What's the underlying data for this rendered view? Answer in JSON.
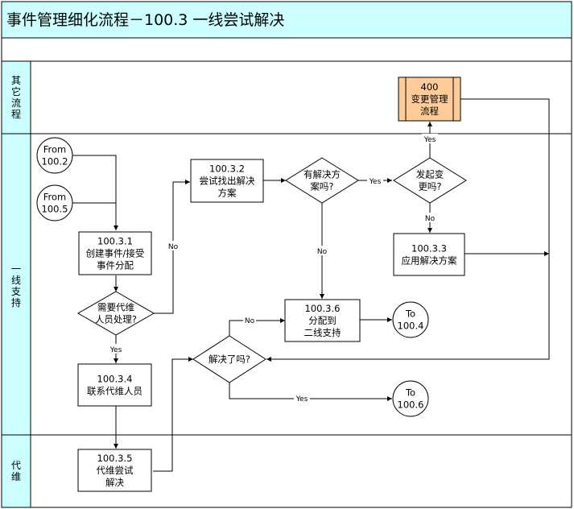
{
  "diagram": {
    "title": "事件管理细化流程－100.3 一线尝试解决",
    "colors": {
      "header_bg": "#CCFFFF",
      "lane_label_bg": "#CCFFFF",
      "external_process_fill": "#FFCC99",
      "line": "#000000"
    },
    "lanes": [
      {
        "id": "other",
        "label": "其它流程"
      },
      {
        "id": "first-line",
        "label": "一线支持"
      },
      {
        "id": "vendor",
        "label": "代维"
      }
    ],
    "nodes": {
      "from_100_2": {
        "type": "connector",
        "lines": [
          "From",
          "100.2"
        ]
      },
      "from_100_5": {
        "type": "connector",
        "lines": [
          "From",
          "100.5"
        ]
      },
      "n100_3_1": {
        "type": "process",
        "lines": [
          "100.3.1",
          "创建事件/接受",
          "事件分配"
        ]
      },
      "d_need_vendor": {
        "type": "decision",
        "lines": [
          "需要代维",
          "人员处理?"
        ]
      },
      "n100_3_2": {
        "type": "process",
        "lines": [
          "100.3.2",
          "尝试找出解决",
          "方案"
        ]
      },
      "d_has_solution": {
        "type": "decision",
        "lines": [
          "有解决方",
          "案吗?"
        ]
      },
      "d_change": {
        "type": "decision",
        "lines": [
          "发起变",
          "更吗?"
        ]
      },
      "n400": {
        "type": "external-process",
        "lines": [
          "400",
          "变更管理",
          "流程"
        ]
      },
      "n100_3_3": {
        "type": "process",
        "lines": [
          "100.3.3",
          "应用解决方案"
        ]
      },
      "n100_3_6": {
        "type": "process",
        "lines": [
          "100.3.6",
          "分配到",
          "二线支持"
        ]
      },
      "to_100_4": {
        "type": "connector",
        "lines": [
          "To",
          "100.4"
        ]
      },
      "d_resolved": {
        "type": "decision",
        "lines": [
          "解决了吗?"
        ]
      },
      "to_100_6": {
        "type": "connector",
        "lines": [
          "To",
          "100.6"
        ]
      },
      "n100_3_4": {
        "type": "process",
        "lines": [
          "100.3.4",
          "联系代维人员"
        ]
      },
      "n100_3_5": {
        "type": "process",
        "lines": [
          "100.3.5",
          "代维尝试",
          "解决"
        ]
      }
    },
    "edge_labels": {
      "need_vendor_no": "No",
      "need_vendor_yes": "Yes",
      "has_solution_yes": "Yes",
      "has_solution_no": "No",
      "change_yes": "Yes",
      "change_no": "No",
      "resolved_no": "No",
      "resolved_yes": "Yes"
    },
    "edges": [
      {
        "from": "from_100_2",
        "to": "n100_3_1"
      },
      {
        "from": "from_100_5",
        "to": "n100_3_1"
      },
      {
        "from": "n100_3_1",
        "to": "d_need_vendor"
      },
      {
        "from": "d_need_vendor",
        "to": "n100_3_2",
        "label": "No"
      },
      {
        "from": "d_need_vendor",
        "to": "n100_3_4",
        "label": "Yes"
      },
      {
        "from": "n100_3_2",
        "to": "d_has_solution"
      },
      {
        "from": "d_has_solution",
        "to": "d_change",
        "label": "Yes"
      },
      {
        "from": "d_has_solution",
        "to": "n100_3_6",
        "label": "No"
      },
      {
        "from": "d_change",
        "to": "n400",
        "label": "Yes"
      },
      {
        "from": "d_change",
        "to": "n100_3_3",
        "label": "No"
      },
      {
        "from": "n400",
        "to": "d_resolved"
      },
      {
        "from": "n100_3_3",
        "to": "d_resolved"
      },
      {
        "from": "n100_3_4",
        "to": "n100_3_5"
      },
      {
        "from": "n100_3_5",
        "to": "d_resolved"
      },
      {
        "from": "d_resolved",
        "to": "n100_3_6",
        "label": "No"
      },
      {
        "from": "d_resolved",
        "to": "to_100_6",
        "label": "Yes"
      },
      {
        "from": "n100_3_6",
        "to": "to_100_4"
      }
    ]
  }
}
